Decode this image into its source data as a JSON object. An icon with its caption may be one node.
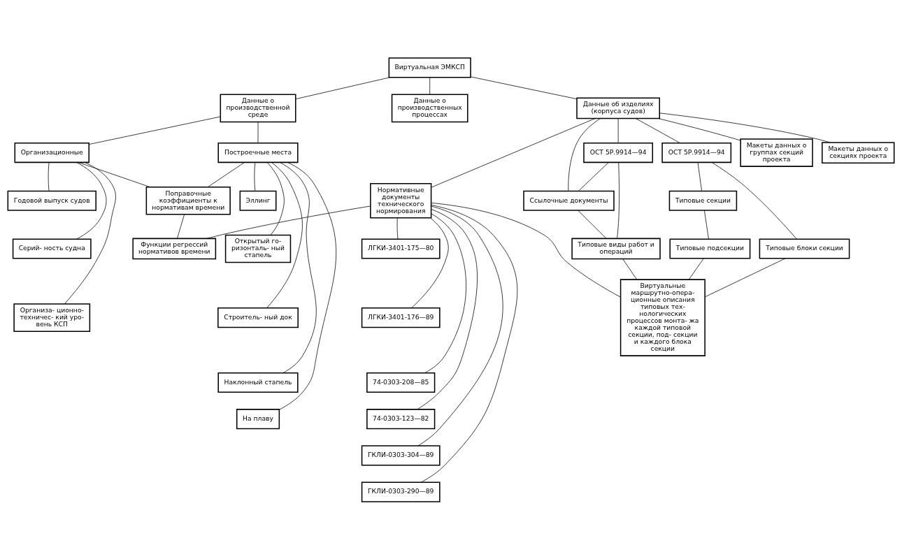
{
  "diagram": {
    "nodes": [
      {
        "text": [
          "Виртуальная ЭМКСП"
        ]
      },
      {
        "text": [
          "Данные о производственной среде"
        ]
      },
      {
        "text": [
          "Данные о производственных процессах"
        ]
      },
      {
        "text": [
          "Данные об изделиях (корпуса судов)"
        ]
      },
      {
        "text": [
          "Организационные"
        ]
      },
      {
        "text": [
          "Построечные места"
        ]
      },
      {
        "text": [
          "Годовой выпуск судов"
        ]
      },
      {
        "text": [
          "Серий- ность судна"
        ]
      },
      {
        "text": [
          "Организа- ционно- техничес- кий уро- вень КСП"
        ]
      },
      {
        "text": [
          "Эллинг"
        ]
      },
      {
        "text": [
          "Открытый го- ризонталь- ный стапель"
        ]
      },
      {
        "text": [
          "Строитель- ный док"
        ]
      },
      {
        "text": [
          "Наклонный стапель"
        ]
      },
      {
        "text": [
          "На плаву"
        ]
      },
      {
        "text": [
          "Нормативные документы технического нормирования"
        ]
      },
      {
        "text": [
          "ОСТ 5Р.9914—94"
        ]
      },
      {
        "text": [
          "Ссылочные документы"
        ]
      },
      {
        "text": [
          "ЛГКИ-3401-175—80"
        ]
      },
      {
        "text": [
          "ЛГКИ-3401-176—89"
        ]
      },
      {
        "text": [
          "74-0303-208—85"
        ]
      },
      {
        "text": [
          "74-0303-123—82"
        ]
      },
      {
        "text": [
          "ГКЛИ-0303-304—89"
        ]
      },
      {
        "text": [
          "ГКЛИ-0303-290—89"
        ]
      },
      {
        "text": [
          "Типовые виды работ и операций"
        ]
      },
      {
        "text": [
          "ОСТ 5Р.9914—94"
        ]
      },
      {
        "text": [
          "Типовые секции"
        ]
      },
      {
        "text": [
          "Типовые блоки секции"
        ]
      },
      {
        "text": [
          "Типовые подсекции"
        ]
      },
      {
        "text": [
          "Макеты данных о группах секций проекта"
        ]
      },
      {
        "text": [
          "Макеты данных о секциях проекта"
        ]
      },
      {
        "text": [
          "Поправочные коэффициенты к нормативам времени"
        ]
      },
      {
        "text": [
          "Функции регрессий нормативов времени"
        ]
      },
      {
        "text": [
          "Виртуальные маршрутно-опера- ционные описания типовых тех- нологических процессов монта- жа каждой типовой секции, под- секции и каждого блока секции"
        ]
      }
    ],
    "edges": [
      {
        "from": 0,
        "to": 1,
        "arrow": "none"
      },
      {
        "from": 0,
        "to": 2,
        "arrow": "none"
      },
      {
        "from": 0,
        "to": 3,
        "arrow": "none"
      },
      {
        "from": 1,
        "to": 4,
        "arrow": "none"
      },
      {
        "from": 1,
        "to": 5,
        "arrow": "none"
      },
      {
        "from": 4,
        "to": 6,
        "arrow": "none"
      },
      {
        "from": 4,
        "to": 7,
        "arrow": "none"
      },
      {
        "from": 4,
        "to": 8,
        "arrow": "none"
      },
      {
        "from": 5,
        "to": 9,
        "arrow": "none"
      },
      {
        "from": 5,
        "to": 10,
        "arrow": "none"
      },
      {
        "from": 5,
        "to": 11,
        "arrow": "none"
      },
      {
        "from": 5,
        "to": 12,
        "arrow": "none"
      },
      {
        "from": 5,
        "to": 13,
        "arrow": "none"
      },
      {
        "from": 4,
        "to": 30,
        "arrow": "none"
      },
      {
        "from": 5,
        "to": 30,
        "arrow": "none"
      },
      {
        "from": 3,
        "to": 14,
        "arrow": "none"
      },
      {
        "from": 3,
        "to": 15,
        "arrow": "none"
      },
      {
        "from": 3,
        "to": 16,
        "arrow": "none"
      },
      {
        "from": 3,
        "to": 24,
        "arrow": "none"
      },
      {
        "from": 3,
        "to": 28,
        "arrow": "none"
      },
      {
        "from": 3,
        "to": 29,
        "arrow": "none"
      },
      {
        "from": 14,
        "to": 17,
        "arrow": "none"
      },
      {
        "from": 14,
        "to": 18,
        "arrow": "none"
      },
      {
        "from": 14,
        "to": 19,
        "arrow": "none"
      },
      {
        "from": 14,
        "to": 20,
        "arrow": "none"
      },
      {
        "from": 14,
        "to": 21,
        "arrow": "none"
      },
      {
        "from": 14,
        "to": 22,
        "arrow": "none"
      },
      {
        "from": 15,
        "to": 16,
        "arrow": "none"
      },
      {
        "from": 15,
        "to": 23,
        "arrow": "none"
      },
      {
        "from": 16,
        "to": 23,
        "arrow": "none"
      },
      {
        "from": 24,
        "to": 25,
        "arrow": "none"
      },
      {
        "from": 24,
        "to": 26,
        "arrow": "none"
      },
      {
        "from": 25,
        "to": 27,
        "arrow": "none"
      },
      {
        "from": 23,
        "to": 32,
        "arrow": "none"
      },
      {
        "from": 27,
        "to": 32,
        "arrow": "none"
      },
      {
        "from": 26,
        "to": 32,
        "arrow": "none"
      },
      {
        "from": 14,
        "to": 32,
        "arrow": "none"
      },
      {
        "from": 14,
        "to": 31,
        "arrow": "none"
      },
      {
        "from": 30,
        "to": 31,
        "arrow": "none"
      }
    ]
  }
}
